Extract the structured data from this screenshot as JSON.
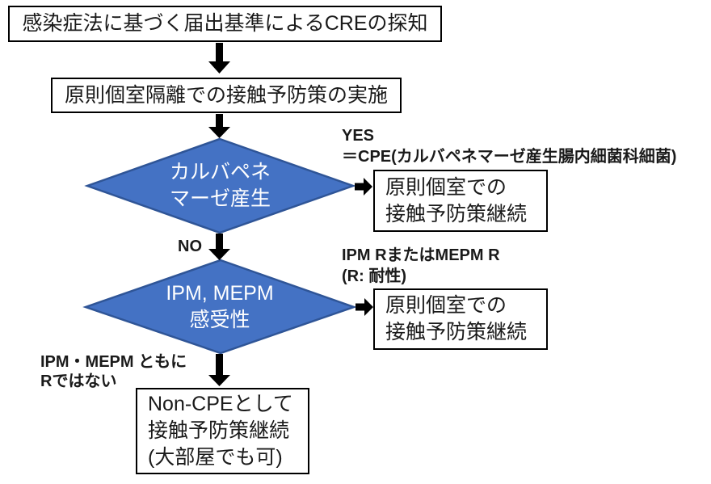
{
  "flowchart": {
    "box_detect": {
      "text": "感染症法に基づく届出基準によるCREの探知"
    },
    "box_isolation": {
      "text": "原則個室隔離での接触予防策の実施"
    },
    "decision_carbapenemase": {
      "line1": "カルバペネ",
      "line2": "マーゼ産生"
    },
    "label_yes": "YES",
    "label_yes_detail": "＝CPE(カルバペネマーゼ産生腸内細菌科細菌)",
    "label_no": "NO",
    "box_continue_private1": {
      "line1": "原則個室での",
      "line2": "接触予防策継続"
    },
    "decision_susceptibility": {
      "line1": "IPM, MEPM",
      "line2": "感受性"
    },
    "label_resistant": {
      "line1": "IPM RまたはMEPM R",
      "line2": "(R: 耐性)"
    },
    "label_not_resistant": {
      "line1": "IPM・MEPM ともに",
      "line2": "Rではない"
    },
    "box_continue_private2": {
      "line1": "原則個室での",
      "line2": "接触予防策継続"
    },
    "box_non_cpe": {
      "line1": "Non-CPEとして",
      "line2": "接触予防策継続",
      "line3": "(大部屋でも可)"
    }
  },
  "colors": {
    "background": "#FFFFFF",
    "box_border": "#000000",
    "box_fill": "#FFFFFF",
    "diamond_fill": "#4472C4",
    "diamond_border": "#2F5597",
    "diamond_text": "#FFFFFF",
    "arrow": "#000000",
    "text": "#1A1A1A"
  }
}
